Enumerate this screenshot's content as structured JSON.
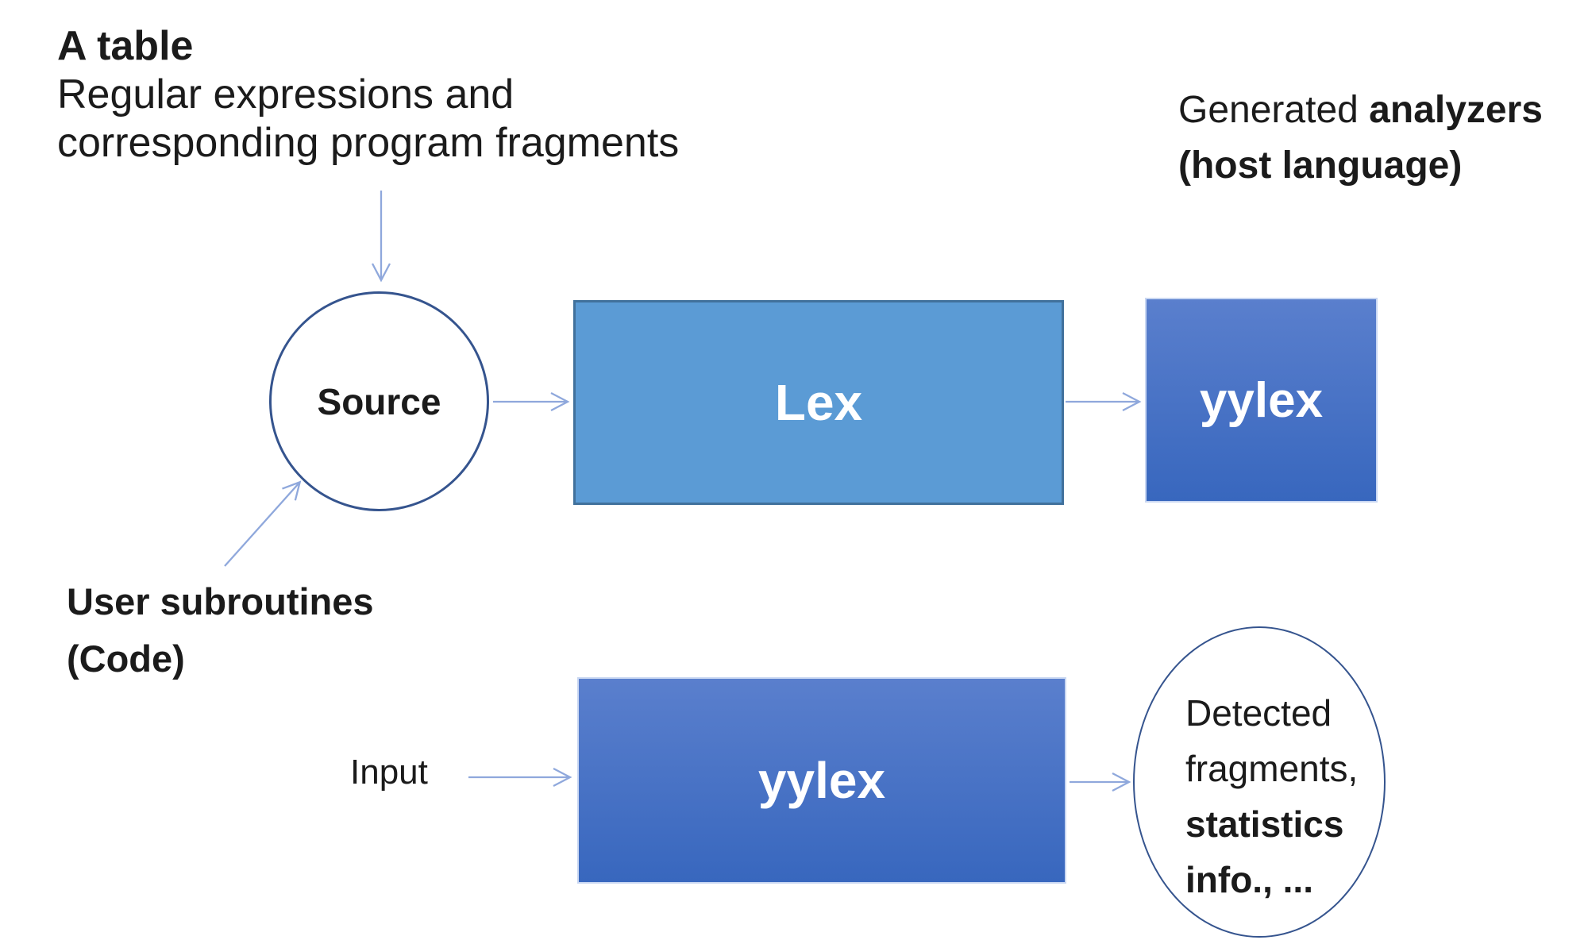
{
  "colors": {
    "lex_fill": "#5B9BD5",
    "lex_border": "#41719C",
    "yylex_top": "#5A7FCD",
    "yylex_bottom": "#3867BE",
    "yylex_border": "#C9D7F2",
    "node_border": "#35548E",
    "arrow": "#8FA8DC",
    "text": "#1B1B1B",
    "node_text": "#FFFFFF"
  },
  "notes": {
    "table": {
      "title": "A table",
      "line1": "Regular expressions and",
      "line2": "corresponding program fragments"
    },
    "generated": {
      "regular": "Generated ",
      "bold": "analyzers",
      "line2": "(host language)"
    },
    "user_subroutines": {
      "line1": "User subroutines",
      "line2": "(Code)"
    }
  },
  "labels": {
    "input": "Input"
  },
  "nodes": {
    "source": {
      "label": "Source",
      "shape": "circle"
    },
    "lex": {
      "label": "Lex",
      "shape": "rect"
    },
    "yylex_generated": {
      "label": "yylex",
      "shape": "rect"
    },
    "yylex_runtime": {
      "label": "yylex",
      "shape": "rect"
    },
    "output": {
      "shape": "ellipse",
      "line1": "Detected",
      "line2": "fragments,",
      "line3": "statistics",
      "line4": "info., ..."
    }
  },
  "connections": [
    {
      "from": "table-note",
      "to": "source"
    },
    {
      "from": "user-subroutines",
      "to": "source"
    },
    {
      "from": "source",
      "to": "lex"
    },
    {
      "from": "lex",
      "to": "yylex-generated"
    },
    {
      "from": "input",
      "to": "yylex-runtime"
    },
    {
      "from": "yylex-runtime",
      "to": "output"
    }
  ]
}
